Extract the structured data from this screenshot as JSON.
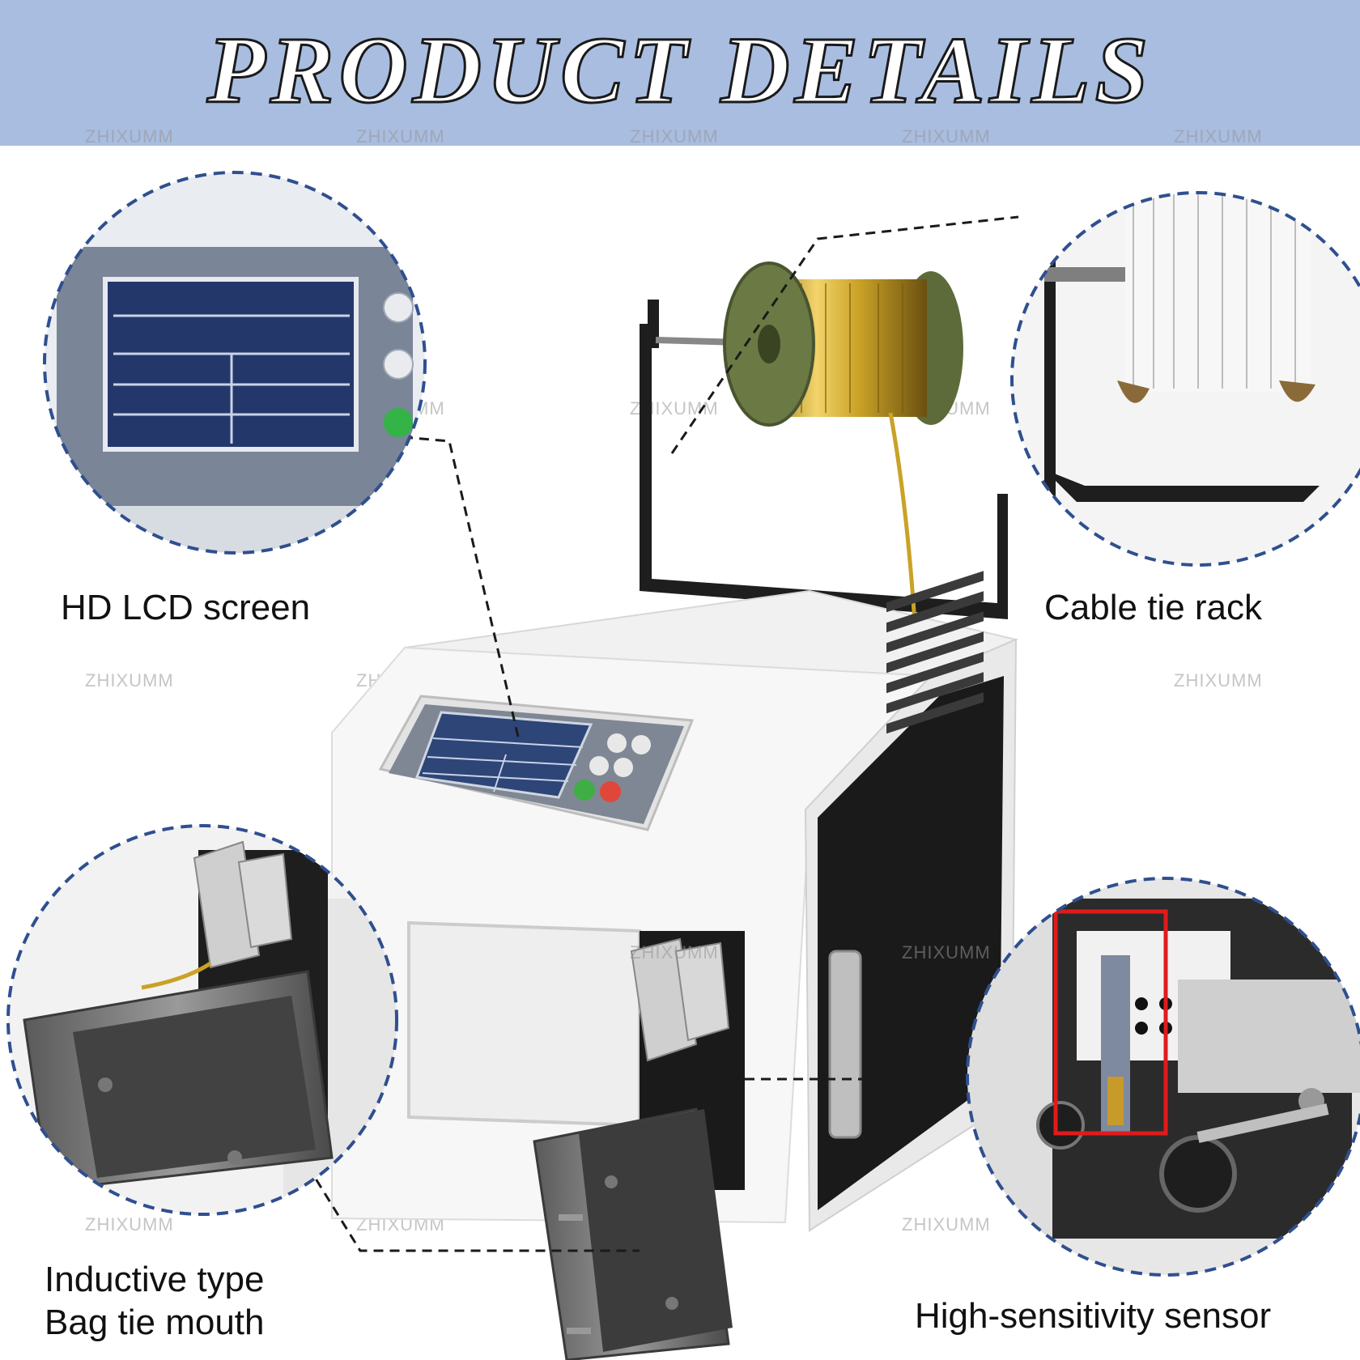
{
  "header": {
    "title": "PRODUCT DETAILS"
  },
  "watermark": {
    "text": "ZHIXUMM"
  },
  "labels": {
    "lcd": "HD LCD screen",
    "rack": "Cable tie rack",
    "mouth_line1": "Inductive type",
    "mouth_line2": "Bag tie mouth",
    "sensor": "High-sensitivity sensor"
  },
  "colors": {
    "banner": "#a9bde0",
    "callout_border": "#2f4f8f",
    "spool": "#c9a227",
    "sensor_box": "#e01b1b"
  }
}
